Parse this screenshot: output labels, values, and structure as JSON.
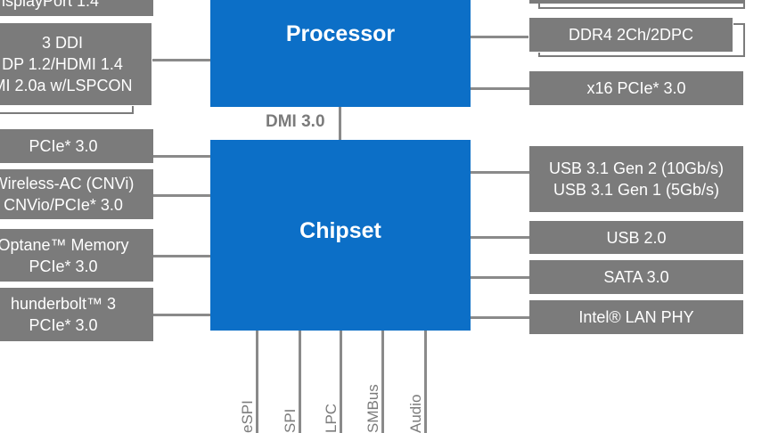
{
  "processor": {
    "label": "Processor"
  },
  "chipset": {
    "label": "Chipset"
  },
  "dmi": {
    "label": "DMI 3.0"
  },
  "left_blocks": {
    "displayport": "isplayPort 1.4",
    "ddi_line1": "3 DDI",
    "ddi_line2": "DP 1.2/HDMI 1.4",
    "ddi_line3": "MI 2.0a w/LSPCON",
    "pcie": "PCIe* 3.0",
    "wireless_line1": "Wireless-AC (CNVi)",
    "wireless_line2": "CNVio/PCIe* 3.0",
    "optane_line1": "Optane™ Memory",
    "optane_line2": "PCIe* 3.0",
    "thunderbolt_line1": "hunderbolt™ 3",
    "thunderbolt_line2": "PCIe* 3.0"
  },
  "right_blocks": {
    "ddr4": "DDR4 2Ch/2DPC",
    "x16pcie": "x16 PCIe* 3.0",
    "usb31_line1": "USB 3.1 Gen 2 (10Gb/s)",
    "usb31_line2": "USB 3.1 Gen 1 (5Gb/s)",
    "usb20": "USB 2.0",
    "sata": "SATA 3.0",
    "lan": "Intel® LAN PHY"
  },
  "bottom_buses": [
    "eSPI",
    "SPI",
    "LPC",
    "SMBus",
    "Audio"
  ]
}
